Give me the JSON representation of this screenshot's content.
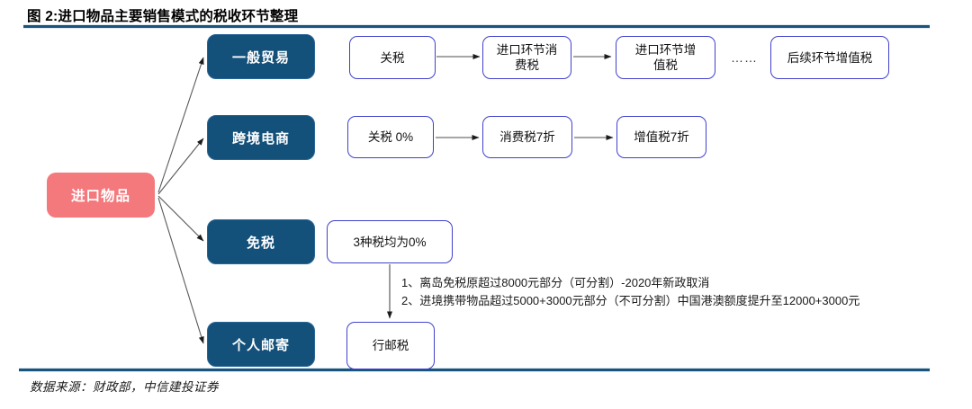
{
  "title": "图 2:进口物品主要销售模式的税收环节整理",
  "source": "数据来源：财政部，中信建投证券",
  "colors": {
    "rule": "#17547E",
    "root_fill": "#F4797D",
    "channel_fill": "#14517A",
    "step_border": "#4141CC"
  },
  "diagram": {
    "root": {
      "label": "进口物品"
    },
    "rows": [
      {
        "channel": "一般贸易",
        "steps": [
          "关税",
          "进口环节消\n费税",
          "进口环节增\n值税"
        ],
        "ellipsis": "……",
        "tail": "后续环节增值税"
      },
      {
        "channel": "跨境电商",
        "steps": [
          "关税 0%",
          "消费税7折",
          "增值税7折"
        ]
      },
      {
        "channel": "免税",
        "steps": [
          "3种税均为0%"
        ]
      },
      {
        "channel": "个人邮寄",
        "steps": [
          "行邮税"
        ]
      }
    ],
    "notes": [
      "1、离岛免税原超过8000元部分（可分割）-2020年新政取消",
      "2、进境携带物品超过5000+3000元部分（不可分割）中国港澳额度提升至12000+3000元"
    ]
  }
}
